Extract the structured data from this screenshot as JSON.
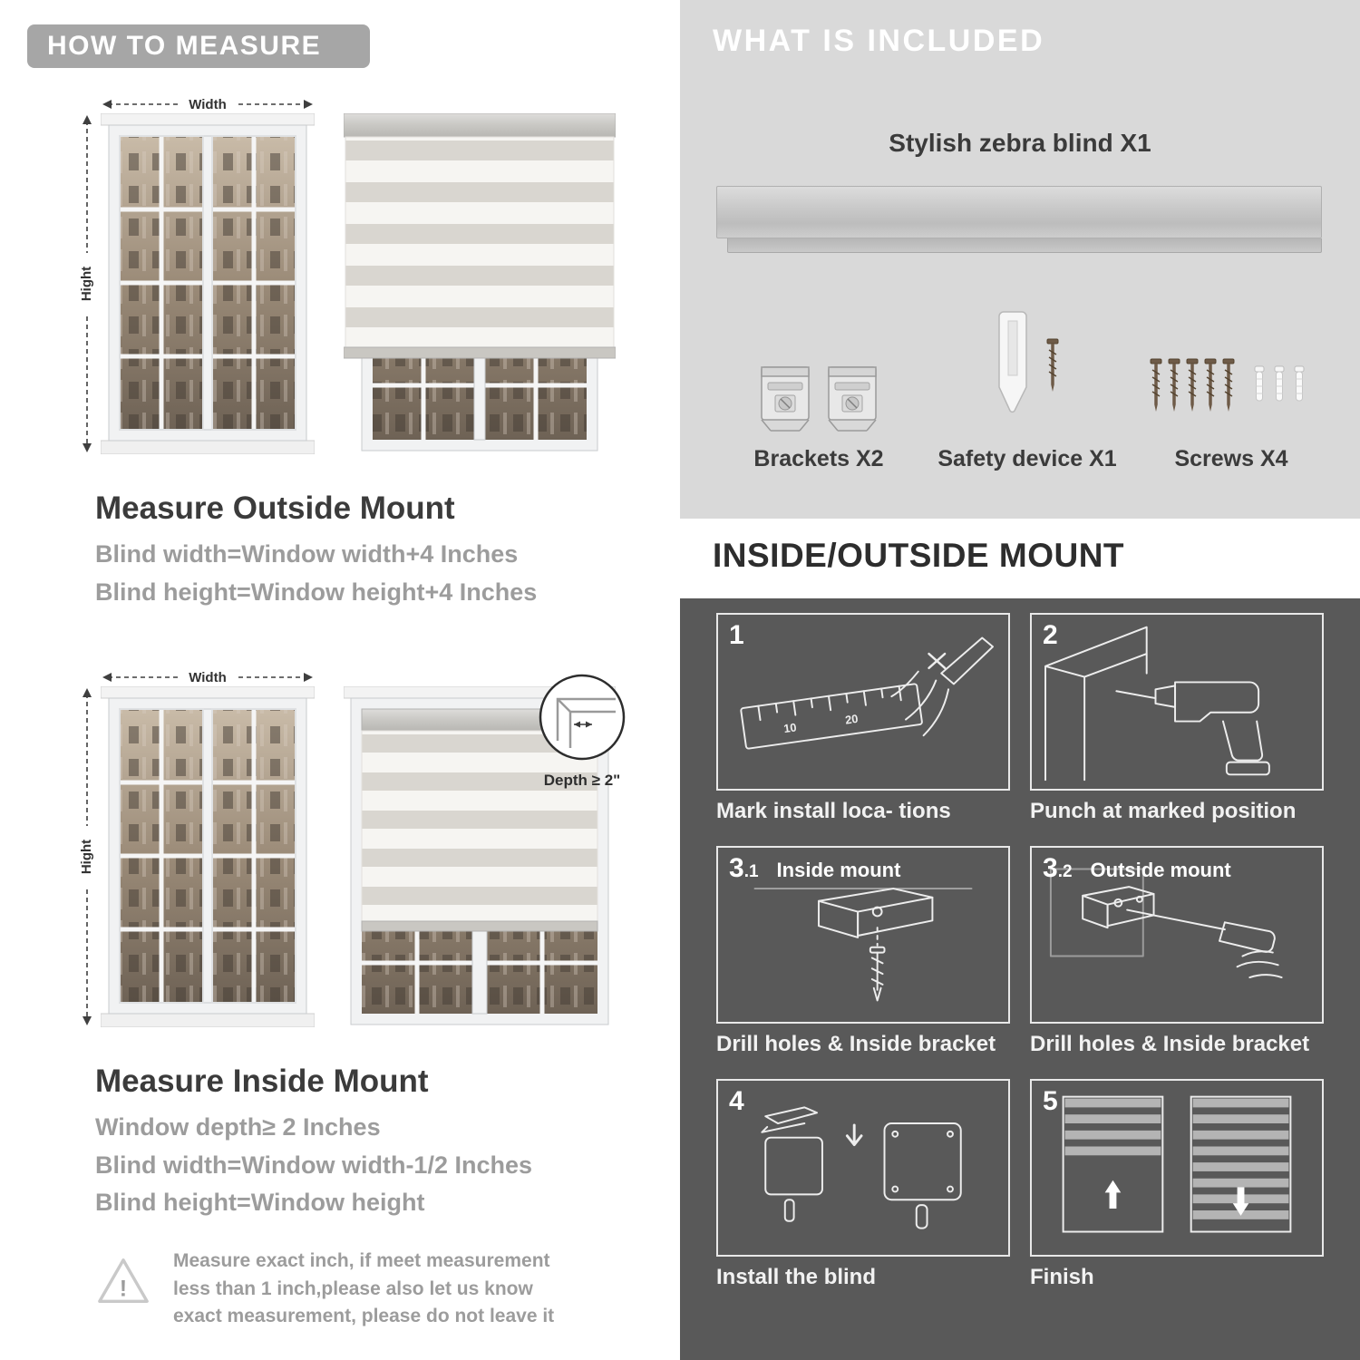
{
  "left": {
    "banner": "HOW TO MEASURE",
    "dim": {
      "width": "Width",
      "height": "Hight"
    },
    "outside": {
      "heading": "Measure Outside Mount",
      "lines": [
        "Blind width=Window width+4 Inches",
        "Blind height=Window height+4 Inches"
      ]
    },
    "inside": {
      "heading": "Measure Inside Mount",
      "depth_label": "Depth ≥ 2\"",
      "lines": [
        "Window depth≥ 2 Inches",
        "Blind width=Window width-1/2 Inches",
        "Blind height=Window height"
      ]
    },
    "warning": {
      "mark": "!",
      "note": "Measure exact inch, if meet measurement less than 1 inch,please also let us know exact measurement, please do not leave it"
    }
  },
  "right": {
    "included": {
      "banner": "WHAT IS INCLUDED",
      "product_label": "Stylish zebra blind X1",
      "items": [
        {
          "label": "Brackets X2"
        },
        {
          "label": "Safety device X1"
        },
        {
          "label": "Screws X4"
        }
      ]
    },
    "mount": {
      "heading": "INSIDE/OUTSIDE MOUNT",
      "ruler_marks": [
        "10",
        "20"
      ],
      "steps": [
        {
          "num": "1",
          "sub": "",
          "title": "",
          "caption": "Mark install loca- tions"
        },
        {
          "num": "2",
          "sub": "",
          "title": "",
          "caption": "Punch at  marked position"
        },
        {
          "num": "3",
          "sub": ".1",
          "title": "Inside mount",
          "caption": "Drill holes &  Inside bracket"
        },
        {
          "num": "3",
          "sub": ".2",
          "title": "Outside mount",
          "caption": "Drill holes &  Inside bracket"
        },
        {
          "num": "4",
          "sub": "",
          "title": "",
          "caption": "Install the blind"
        },
        {
          "num": "5",
          "sub": "",
          "title": "",
          "caption": "Finish"
        }
      ]
    }
  },
  "colors": {
    "banner_gray": "#a6a6a6",
    "panel_light": "#d9d9d9",
    "panel_dark": "#595959",
    "heading_dark": "#3b3b3b",
    "text_gray": "#9c9c9c"
  }
}
